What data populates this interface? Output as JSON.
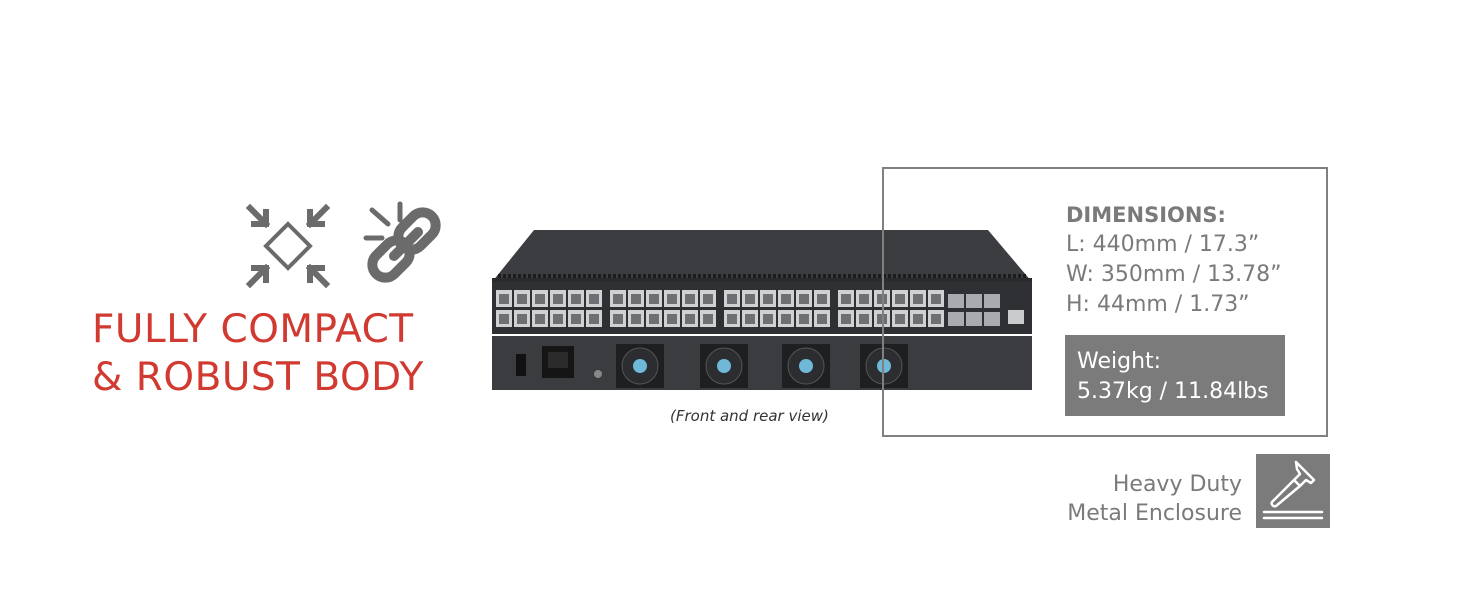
{
  "headline": {
    "line1": "FULLY COMPACT",
    "line2": "& ROBUST BODY"
  },
  "icons": [
    "compact-arrows-icon",
    "broken-link-icon",
    "hammer-icon"
  ],
  "caption": "(Front and rear view)",
  "dimensions": {
    "title": "DIMENSIONS:",
    "length": "L: 440mm / 17.3”",
    "width": "W: 350mm / 13.78”",
    "height": "H: 44mm / 1.73”"
  },
  "weight": {
    "label": "Weight:",
    "value": "5.37kg / 11.84lbs"
  },
  "enclosure": {
    "line1": "Heavy Duty",
    "line2": "Metal Enclosure"
  },
  "colors": {
    "accent": "#d13a30",
    "gray": "#7a7a7a"
  }
}
